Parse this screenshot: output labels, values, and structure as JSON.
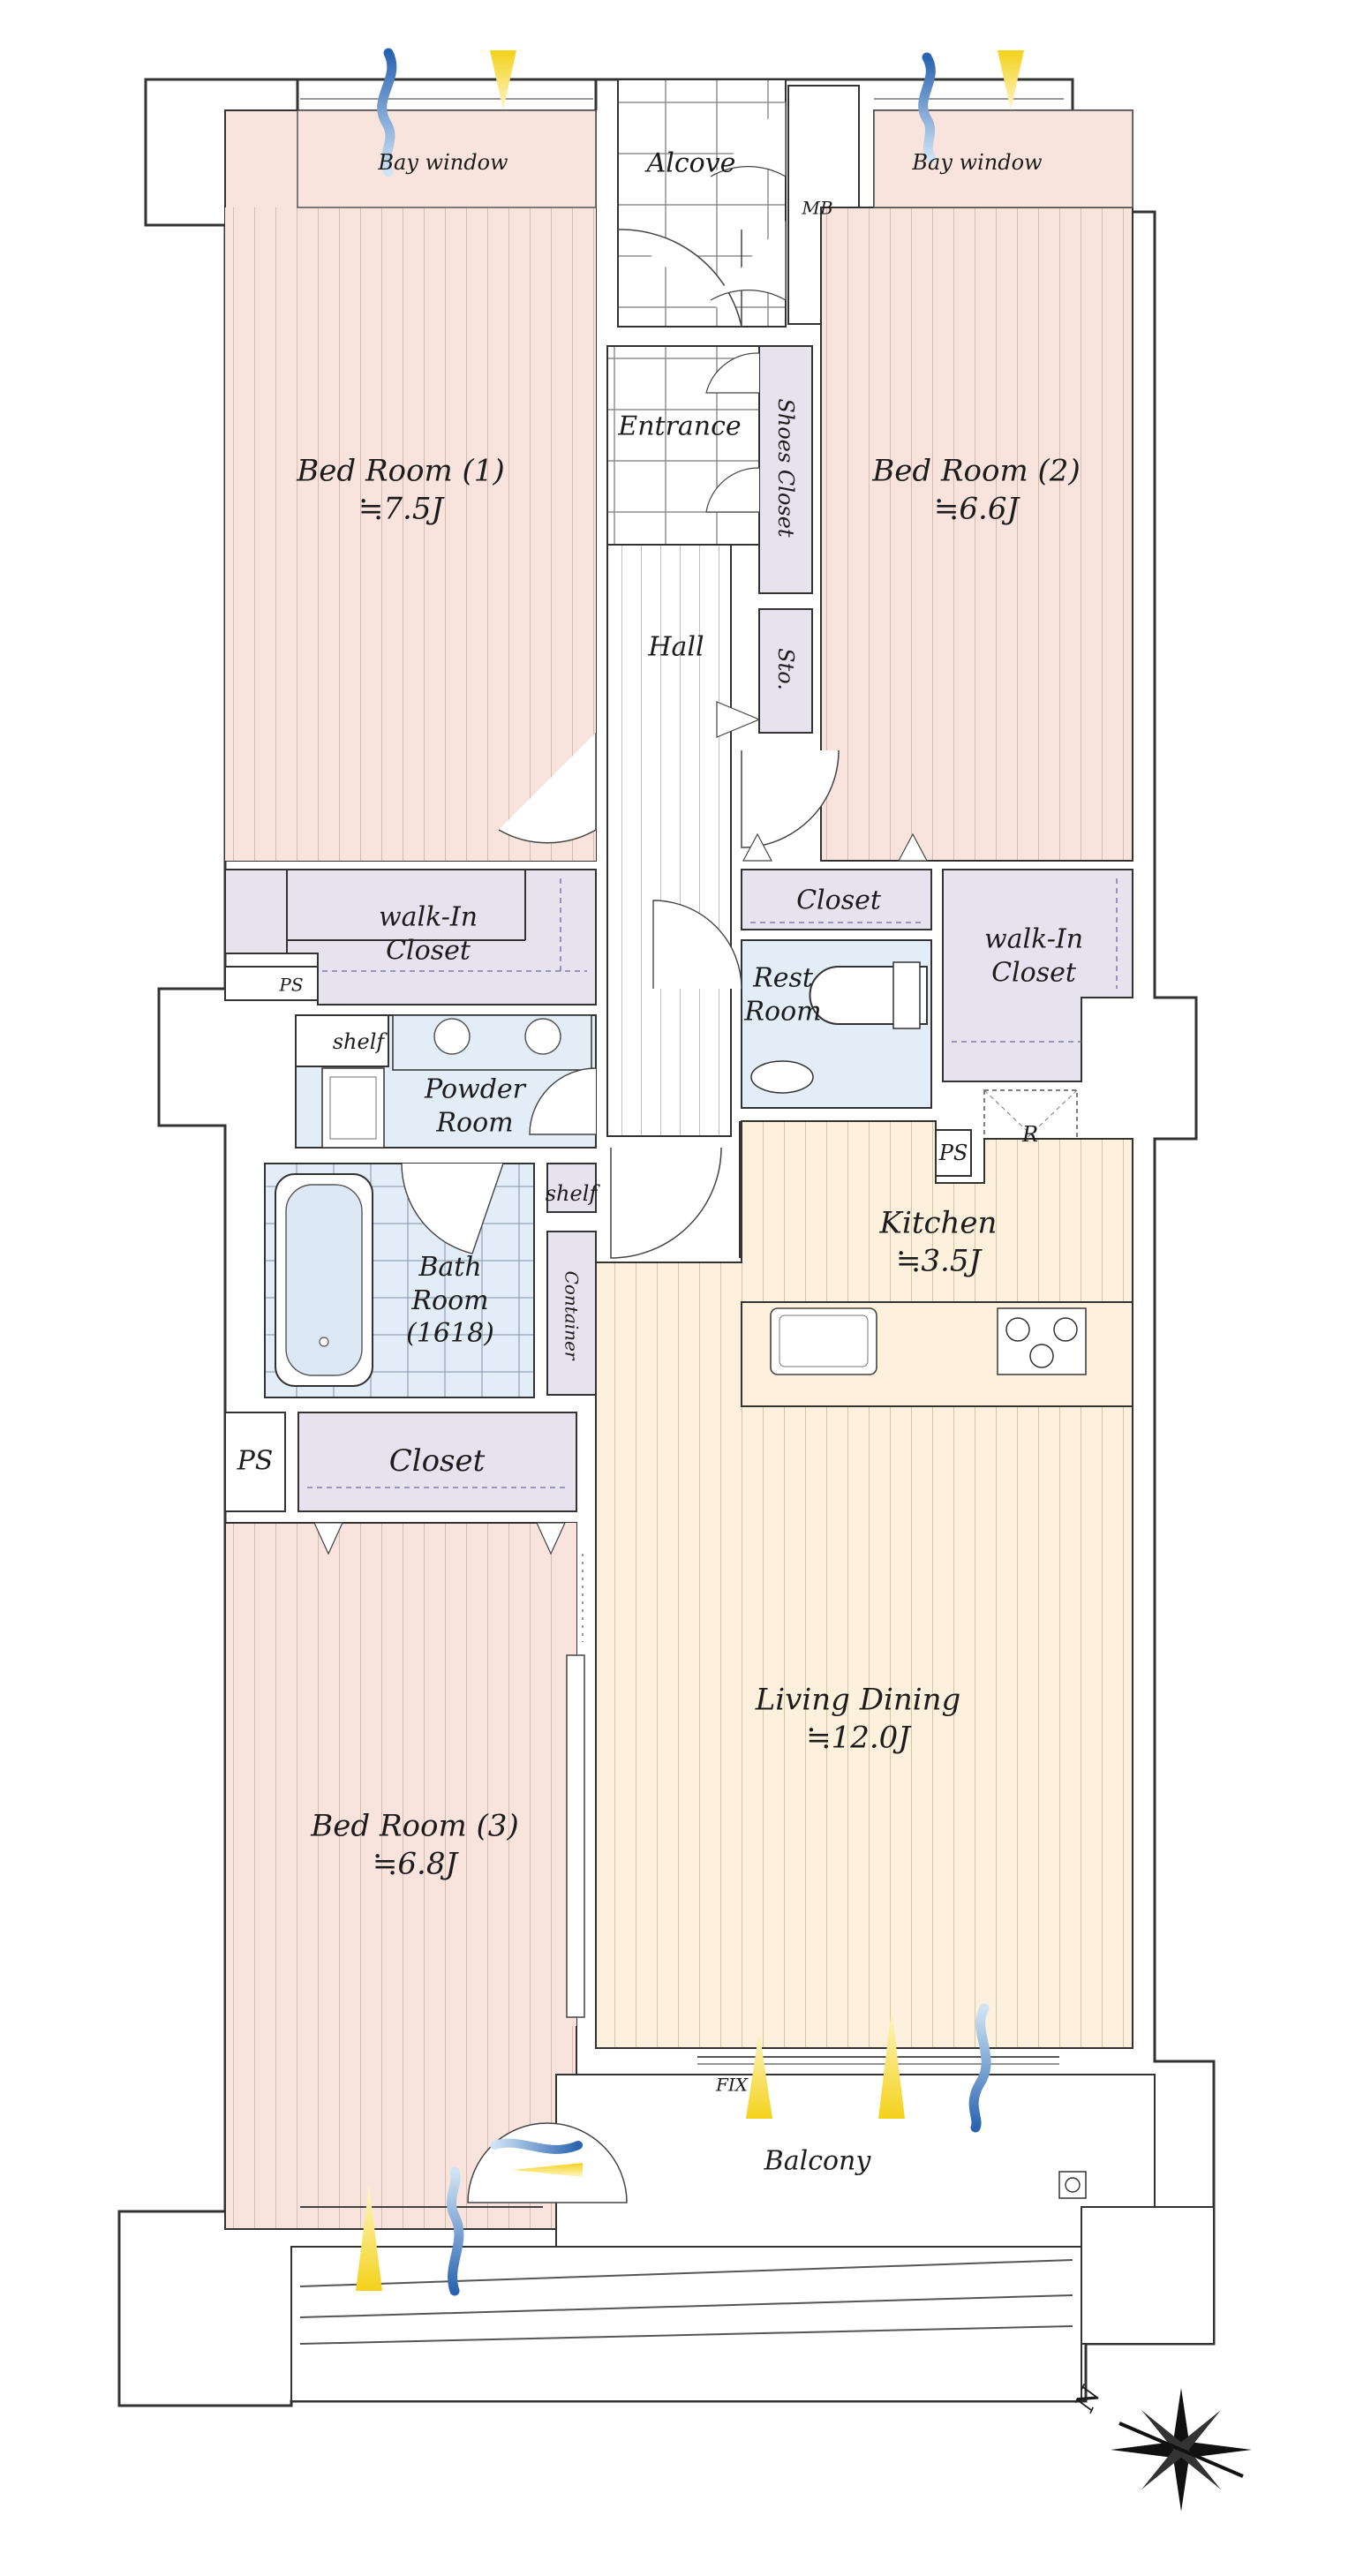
{
  "rooms": {
    "bay_window_1": "Bay window",
    "bay_window_2": "Bay window",
    "alcove": "Alcove",
    "mb": "MB",
    "entrance": "Entrance",
    "shoes_closet": "Shoes Closet",
    "hall": "Hall",
    "storage": "Sto.",
    "bedroom_1": {
      "name": "Bed Room (1)",
      "size": "≒7.5J"
    },
    "bedroom_2": {
      "name": "Bed Room (2)",
      "size": "≒6.6J"
    },
    "bedroom_3": {
      "name": "Bed Room (3)",
      "size": "≒6.8J"
    },
    "walkin_closet_1": {
      "line1": "walk-In",
      "line2": "Closet"
    },
    "walkin_closet_2": {
      "line1": "walk-In",
      "line2": "Closet"
    },
    "closet_center": "Closet",
    "closet_bottom": "Closet",
    "ps_1": "PS",
    "ps_2": "PS",
    "ps_3": "PS",
    "r_mark": "R",
    "rest_room": {
      "line1": "Rest",
      "line2": "Room"
    },
    "shelf_1": "shelf",
    "shelf_2": "shelf",
    "powder_room": {
      "line1": "Powder",
      "line2": "Room"
    },
    "bath_room": {
      "line1": "Bath",
      "line2": "Room",
      "line3": "(1618)"
    },
    "container": "Container",
    "kitchen": {
      "name": "Kitchen",
      "size": "≒3.5J"
    },
    "living_dining": {
      "name": "Living Dining",
      "size": "≒12.0J"
    },
    "balcony": "Balcony",
    "fix": "FIX"
  },
  "compass": {
    "label": "N"
  },
  "colors": {
    "bedroom_fill": "#f8e4dc",
    "living_fill": "#fdf0dc",
    "closet_fill": "#e6e2ee",
    "wet_fill": "#e2edf7",
    "wall": "#ffffff",
    "line": "#333333",
    "sun": "#e8c21c",
    "wind": "#3d7fc4"
  }
}
